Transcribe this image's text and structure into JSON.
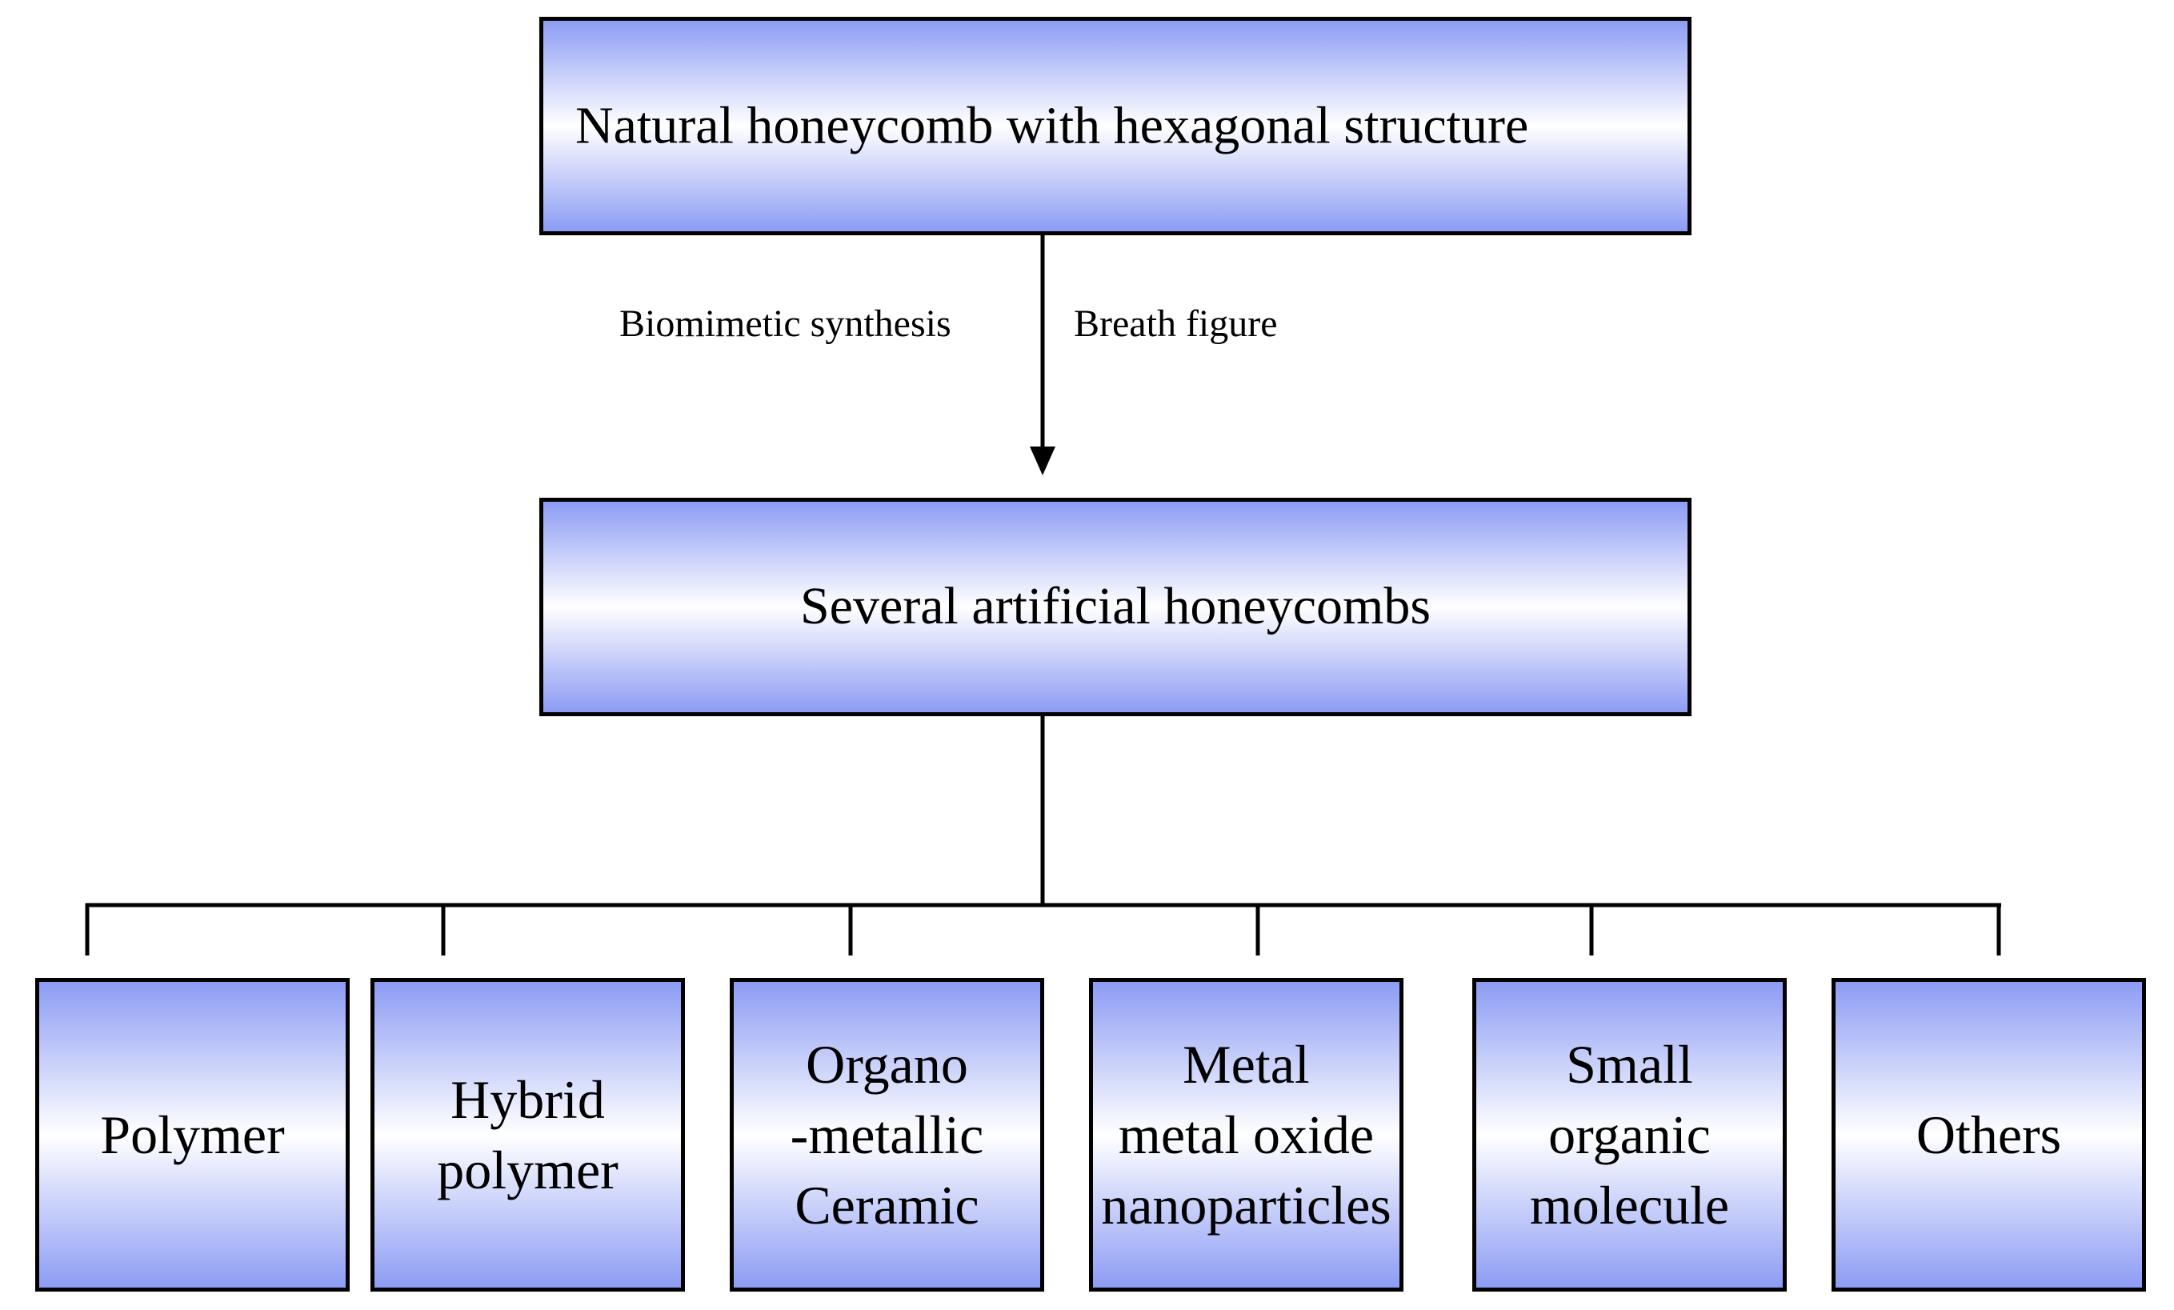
{
  "nodes": {
    "top": "Natural honeycomb with hexagonal structure",
    "middle": "Several artificial honeycombs"
  },
  "edge_labels": {
    "left": "Biomimetic synthesis",
    "right": "Breath figure"
  },
  "categories": [
    {
      "lines": [
        "Polymer"
      ]
    },
    {
      "lines": [
        "Hybrid",
        "polymer"
      ]
    },
    {
      "lines": [
        "Organo",
        "-metallic",
        "Ceramic"
      ]
    },
    {
      "lines": [
        "Metal",
        "metal oxide",
        "nanoparticles"
      ]
    },
    {
      "lines": [
        "Small",
        "organic",
        "molecule"
      ]
    },
    {
      "lines": [
        "Others"
      ]
    }
  ],
  "colors": {
    "box_gradient_edge": "#8c9cf4",
    "box_gradient_center": "#ffffff",
    "line": "#000000"
  }
}
